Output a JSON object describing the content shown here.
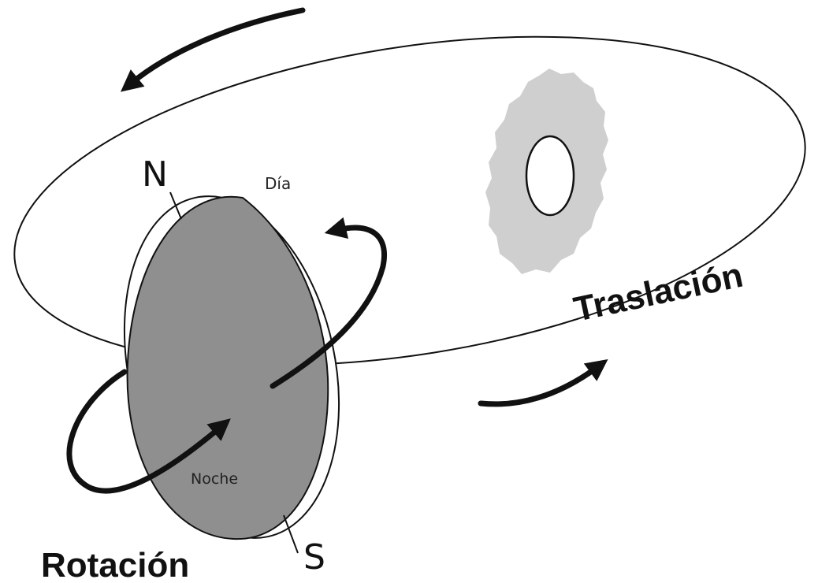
{
  "diagram": {
    "labels": {
      "north": "N",
      "south": "S",
      "day": "Día",
      "night": "Noche",
      "rotation": "Rotación",
      "translation": "Traslación"
    },
    "colors": {
      "background": "#ffffff",
      "earth_night": "#8f8f8f",
      "sun_glow": "#cfcfcf",
      "sun_core": "#ffffff",
      "stroke": "#111111"
    },
    "elements": [
      "orbit",
      "sun",
      "earth",
      "axis",
      "rotation-arrow",
      "translation-arrows"
    ]
  }
}
